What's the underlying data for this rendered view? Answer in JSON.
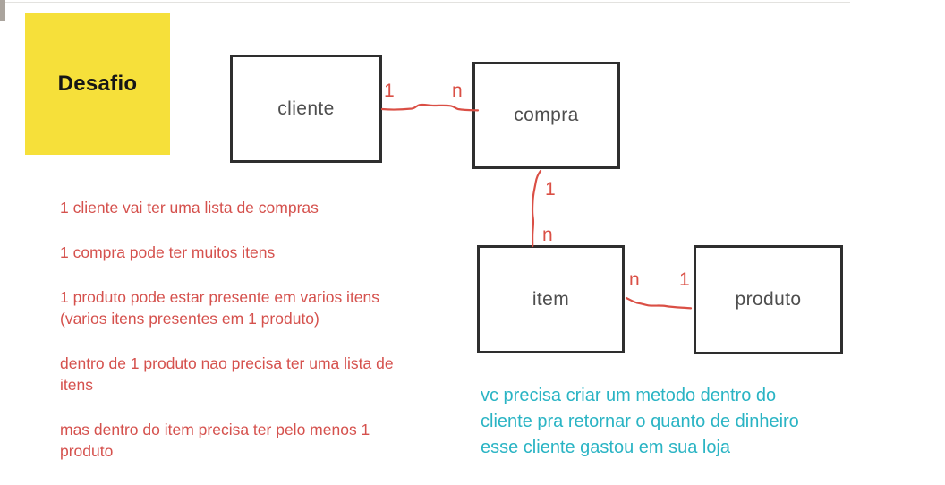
{
  "sticky_note": {
    "label": "Desafio"
  },
  "diagram": {
    "entities": [
      {
        "name": "cliente",
        "label": "cliente"
      },
      {
        "name": "compra",
        "label": "compra"
      },
      {
        "name": "item",
        "label": "item"
      },
      {
        "name": "produto",
        "label": "produto"
      }
    ],
    "relations": [
      {
        "from": "cliente",
        "to": "compra",
        "card_from": "1",
        "card_to": "n"
      },
      {
        "from": "compra",
        "to": "item",
        "card_from": "1",
        "card_to": "n"
      },
      {
        "from": "item",
        "to": "produto",
        "card_from": "n",
        "card_to": "1"
      }
    ]
  },
  "annotations": {
    "red_notes": [
      {
        "lines": [
          "1 cliente vai ter uma lista de compras"
        ]
      },
      {
        "lines": [
          "1 compra pode ter muitos itens"
        ]
      },
      {
        "lines": [
          "1 produto pode estar presente em varios itens",
          "(varios itens presentes em 1 produto)"
        ]
      },
      {
        "lines": [
          "dentro de 1 produto nao precisa ter uma lista de",
          "itens"
        ]
      },
      {
        "lines": [
          "mas dentro do item precisa ter pelo menos 1",
          "produto"
        ]
      }
    ],
    "cyan_note": {
      "lines": [
        "vc precisa criar um metodo dentro do",
        "cliente pra retornar o quanto de dinheiro",
        "esse cliente gastou em sua loja"
      ]
    }
  },
  "colors": {
    "sticky_yellow": "#f6e03a",
    "marker_red": "#da4f45",
    "note_red": "#d5514d",
    "note_cyan": "#2ab4c4",
    "box_border": "#2e2e2e",
    "box_label": "#4e4e4e"
  }
}
